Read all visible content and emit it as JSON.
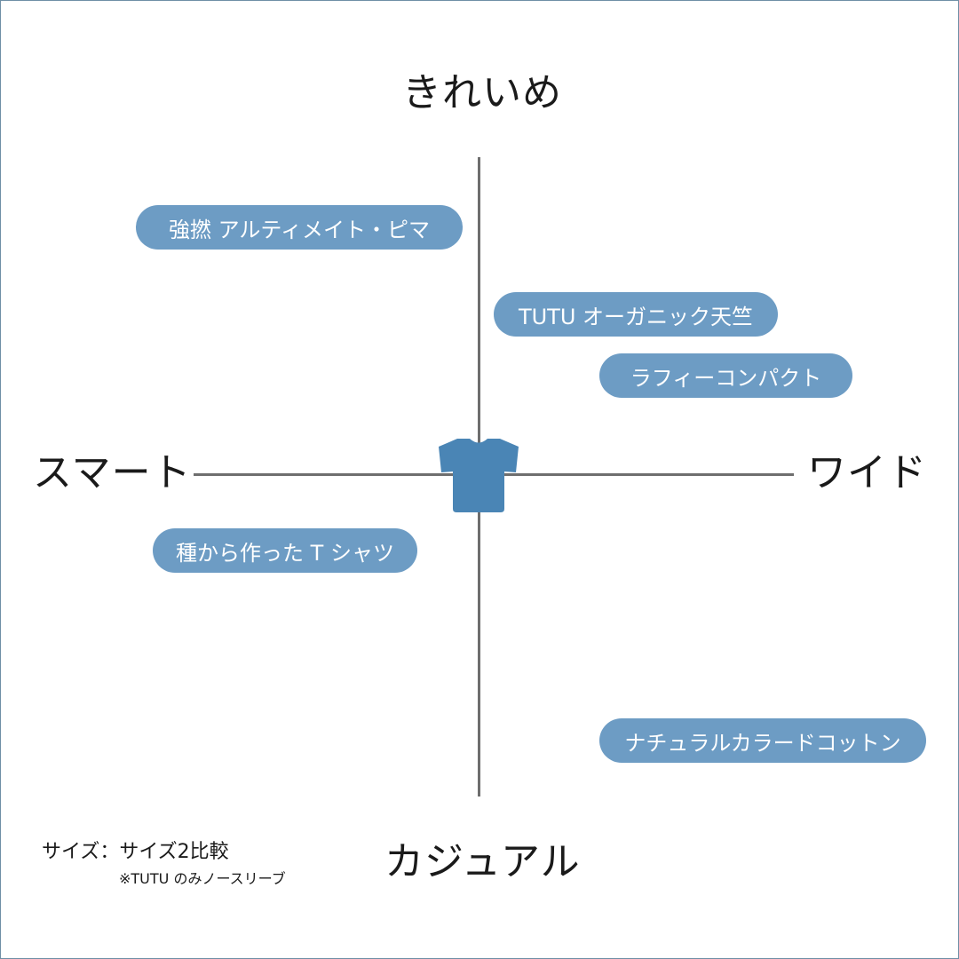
{
  "axes": {
    "top": "きれいめ",
    "bottom": "カジュアル",
    "left": "スマート",
    "right": "ワイド"
  },
  "items": [
    {
      "label": "強撚 アルティメイト・ピマ"
    },
    {
      "label": "TUTU オーガニック天竺"
    },
    {
      "label": "ラフィーコンパクト"
    },
    {
      "label": "種から作った T シャツ"
    },
    {
      "label": "ナチュラルカラードコットン"
    }
  ],
  "note": {
    "main": "サイズ：サイズ2比較",
    "sub": "※TUTU のみノースリーブ"
  },
  "center_icon": "tshirt-icon",
  "colors": {
    "pill_background": "#6d9cc4",
    "pill_text": "#ffffff",
    "icon": "#4a85b5",
    "axis_line": "#6e6e6e",
    "text": "#1a1a1a",
    "border": "#6f8fa6"
  }
}
